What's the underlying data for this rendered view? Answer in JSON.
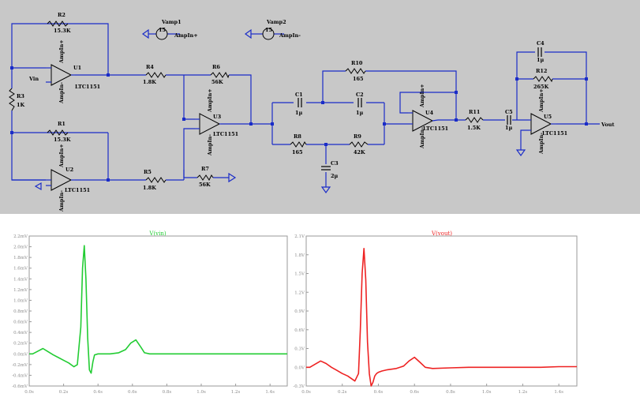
{
  "schematic": {
    "background": "#c8c8c8",
    "wire_color": "#1a2cc8",
    "component_color": "#000000",
    "sources": [
      {
        "ref": "Vamp1",
        "value": "15",
        "net": "AmpIn+"
      },
      {
        "ref": "Vamp2",
        "value": "15",
        "net": "AmpIn-"
      }
    ],
    "resistors": [
      {
        "ref": "R1",
        "value": "15.3K"
      },
      {
        "ref": "R2",
        "value": "15.3K"
      },
      {
        "ref": "R3",
        "value": "1K"
      },
      {
        "ref": "R4",
        "value": "1.8K"
      },
      {
        "ref": "R5",
        "value": "1.8K"
      },
      {
        "ref": "R6",
        "value": "56K"
      },
      {
        "ref": "R7",
        "value": "56K"
      },
      {
        "ref": "R8",
        "value": "165"
      },
      {
        "ref": "R9",
        "value": "42K"
      },
      {
        "ref": "R10",
        "value": "165"
      },
      {
        "ref": "R11",
        "value": "1.5K"
      },
      {
        "ref": "R12",
        "value": "265K"
      }
    ],
    "capacitors": [
      {
        "ref": "C1",
        "value": "1µ"
      },
      {
        "ref": "C2",
        "value": "1µ"
      },
      {
        "ref": "C3",
        "value": "2µ"
      },
      {
        "ref": "C4",
        "value": "1µ"
      },
      {
        "ref": "C5",
        "value": "1µ"
      }
    ],
    "opamps": [
      {
        "ref": "U1",
        "model": "LTC1151"
      },
      {
        "ref": "U2",
        "model": "LTC1151"
      },
      {
        "ref": "U3",
        "model": "LTC1151"
      },
      {
        "ref": "U4",
        "model": "LTC1151"
      },
      {
        "ref": "U5",
        "model": "LTC1151"
      }
    ],
    "supply_pos": "AmpIn+",
    "supply_neg": "AmpIn-",
    "net_in": "Vin",
    "net_out": "Vout"
  },
  "chart_data": [
    {
      "type": "line",
      "title": "V(vin)",
      "color": "#22cc33",
      "xlim": [
        0,
        1.5
      ],
      "ylim": [
        -0.6,
        2.2
      ],
      "x_ticks": [
        "0.0s",
        "0.2s",
        "0.4s",
        "0.6s",
        "0.8s",
        "1.0s",
        "1.2s",
        "1.4s"
      ],
      "y_ticks": [
        "-0.6mV",
        "-0.4mV",
        "-0.2mV",
        "0.0mV",
        "0.2mV",
        "0.4mV",
        "0.6mV",
        "0.8mV",
        "1.0mV",
        "1.2mV",
        "1.4mV",
        "1.6mV",
        "1.8mV",
        "2.0mV",
        "2.2mV"
      ],
      "grid": false,
      "series": [
        {
          "x": [
            0.0,
            0.02,
            0.05,
            0.08,
            0.11,
            0.14,
            0.17,
            0.2,
            0.23,
            0.26,
            0.28,
            0.3,
            0.31,
            0.32,
            0.33,
            0.34,
            0.35,
            0.36,
            0.37,
            0.38,
            0.4,
            0.43,
            0.47,
            0.52,
            0.56,
            0.59,
            0.62,
            0.65,
            0.67,
            0.7,
            0.75,
            0.8,
            0.9,
            1.0,
            1.1,
            1.2,
            1.3,
            1.4,
            1.5
          ],
          "y": [
            0.0,
            0.0,
            0.05,
            0.1,
            0.04,
            -0.02,
            -0.07,
            -0.12,
            -0.17,
            -0.24,
            -0.2,
            0.5,
            1.6,
            2.02,
            1.4,
            0.3,
            -0.3,
            -0.36,
            -0.15,
            -0.02,
            0.0,
            0.0,
            0.0,
            0.02,
            0.08,
            0.2,
            0.26,
            0.12,
            0.02,
            0.0,
            0.0,
            0.0,
            0.0,
            0.0,
            0.0,
            0.0,
            0.0,
            0.0,
            0.0
          ]
        }
      ]
    },
    {
      "type": "line",
      "title": "V(vout)",
      "color": "#ee2222",
      "xlim": [
        0,
        1.5
      ],
      "ylim": [
        -0.3,
        2.1
      ],
      "x_ticks": [
        "0.0s",
        "0.2s",
        "0.4s",
        "0.6s",
        "0.8s",
        "1.0s",
        "1.2s",
        "1.4s"
      ],
      "y_ticks": [
        "-0.3V",
        "0.0V",
        "0.3V",
        "0.6V",
        "0.9V",
        "1.2V",
        "1.5V",
        "1.8V",
        "2.1V"
      ],
      "grid": false,
      "series": [
        {
          "x": [
            0.0,
            0.02,
            0.05,
            0.08,
            0.11,
            0.14,
            0.17,
            0.2,
            0.23,
            0.27,
            0.29,
            0.3,
            0.31,
            0.32,
            0.33,
            0.34,
            0.35,
            0.36,
            0.37,
            0.38,
            0.39,
            0.4,
            0.42,
            0.45,
            0.5,
            0.54,
            0.57,
            0.6,
            0.63,
            0.66,
            0.7,
            0.8,
            0.9,
            1.0,
            1.1,
            1.2,
            1.3,
            1.4,
            1.5
          ],
          "y": [
            0.0,
            0.0,
            0.05,
            0.1,
            0.06,
            0.0,
            -0.05,
            -0.1,
            -0.14,
            -0.22,
            -0.1,
            0.6,
            1.5,
            1.9,
            1.4,
            0.4,
            -0.1,
            -0.3,
            -0.24,
            -0.14,
            -0.1,
            -0.08,
            -0.06,
            -0.04,
            -0.02,
            0.02,
            0.1,
            0.16,
            0.08,
            0.0,
            -0.02,
            -0.01,
            0.0,
            0.0,
            0.0,
            0.0,
            0.0,
            0.01,
            0.01
          ]
        }
      ]
    }
  ]
}
